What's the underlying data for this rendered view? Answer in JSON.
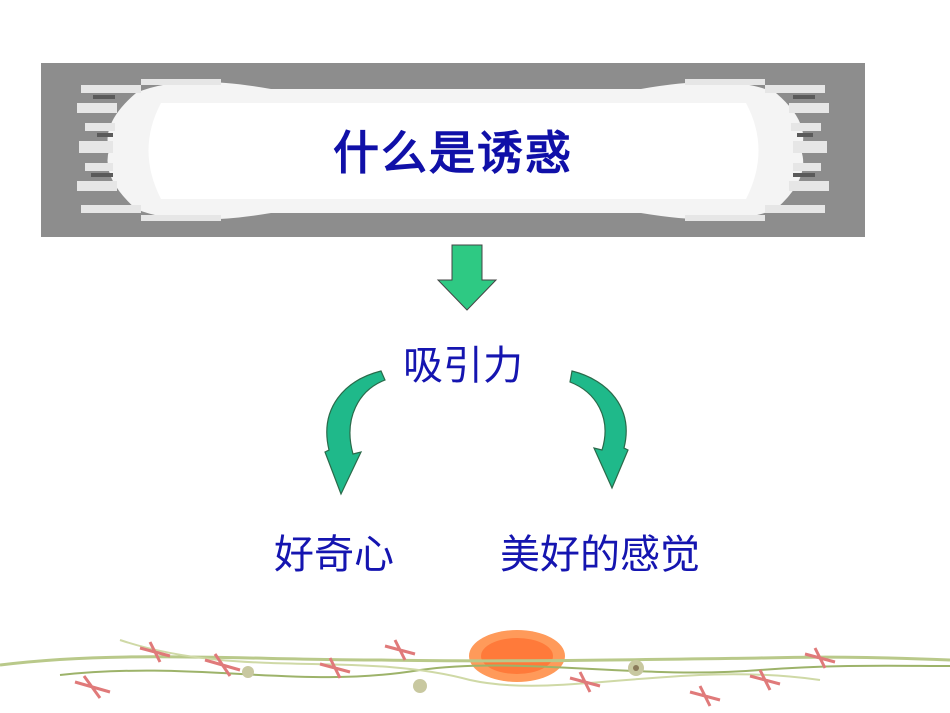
{
  "title": "什么是诱惑",
  "center_node": "吸引力",
  "left_node": "好奇心",
  "right_node": "美好的感觉",
  "colors": {
    "text": "#1515b0",
    "down_arrow_fill": "#2ec983",
    "curved_arrow_fill": "#1fb98a",
    "banner_bg": "#8a8a8a"
  }
}
